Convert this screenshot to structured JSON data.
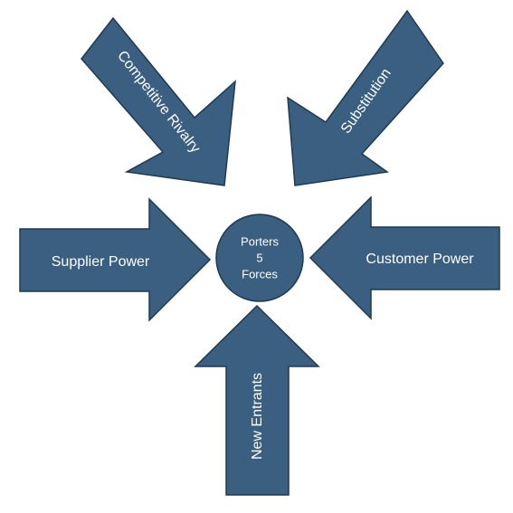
{
  "diagram": {
    "center": {
      "line1": "Porters",
      "line2": "5",
      "line3": "Forces"
    },
    "forces": {
      "competitive_rivalry": "Competitive Rivalry",
      "substitution": "Substitution",
      "supplier_power": "Supplier Power",
      "customer_power": "Customer Power",
      "new_entrants": "New Entrants"
    }
  }
}
